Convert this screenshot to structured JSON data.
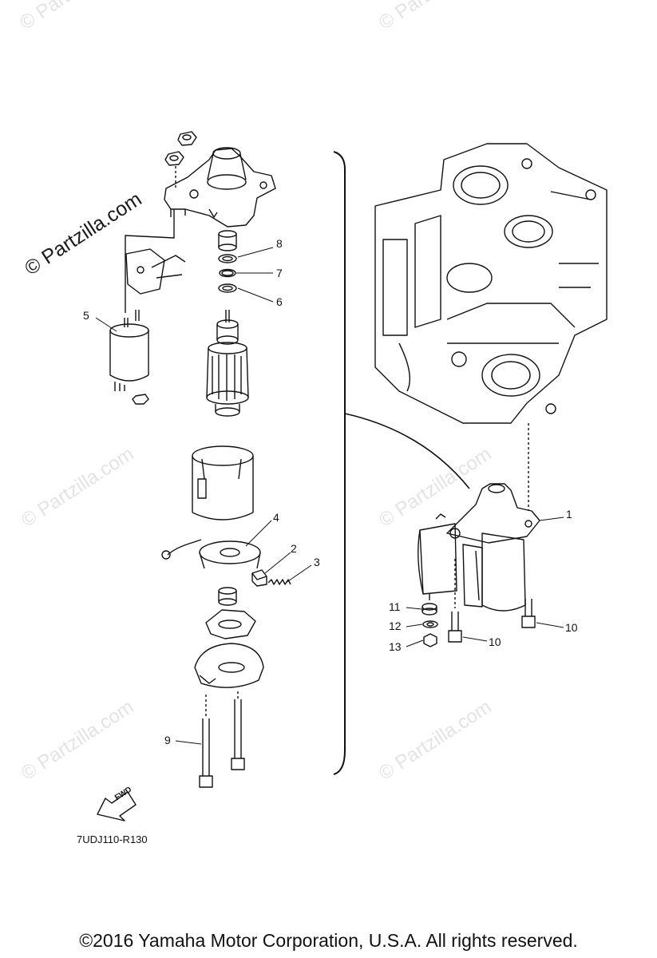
{
  "watermark": {
    "text": "© Partzilla.com"
  },
  "callouts": [
    {
      "id": "1",
      "label": "1"
    },
    {
      "id": "2",
      "label": "2"
    },
    {
      "id": "3",
      "label": "3"
    },
    {
      "id": "4",
      "label": "4"
    },
    {
      "id": "5",
      "label": "5"
    },
    {
      "id": "6",
      "label": "6"
    },
    {
      "id": "7",
      "label": "7"
    },
    {
      "id": "8",
      "label": "8"
    },
    {
      "id": "9",
      "label": "9"
    },
    {
      "id": "10a",
      "label": "10"
    },
    {
      "id": "10b",
      "label": "10"
    },
    {
      "id": "11",
      "label": "11"
    },
    {
      "id": "12",
      "label": "12"
    },
    {
      "id": "13",
      "label": "13"
    }
  ],
  "fwd_arrow_label": "FWD",
  "diagram_code": "7UDJ110-R130",
  "copyright": "©2016  Yamaha Motor Corporation, U.S.A. All rights reserved."
}
